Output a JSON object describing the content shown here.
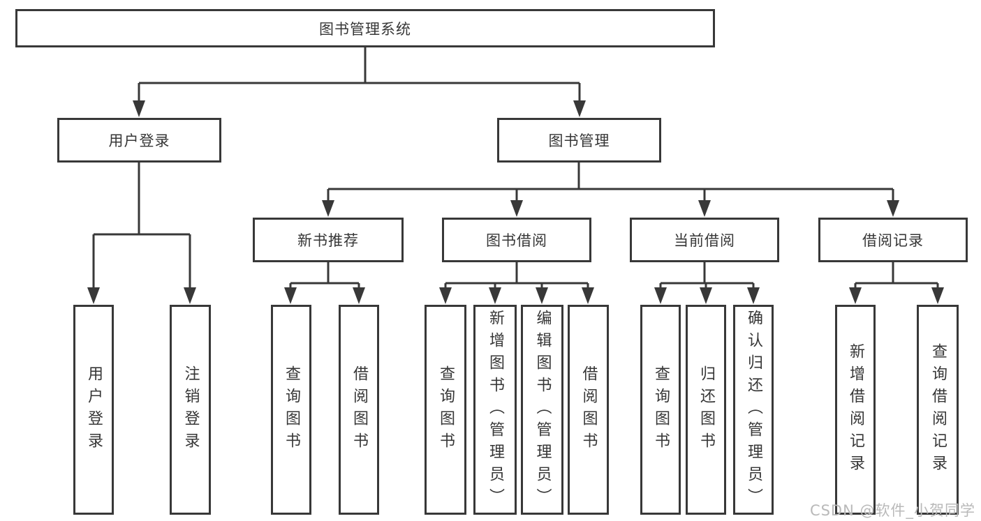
{
  "diagram_type": "hierarchy-tree",
  "colors": {
    "background": "#ffffff",
    "line": "#383838",
    "box_border": "#383838",
    "text": "#363636",
    "watermark": "#b9b9b9"
  },
  "nodes": {
    "root": {
      "label": "图书管理系统"
    },
    "userLogin": {
      "label": "用户登录"
    },
    "bookManagement": {
      "label": "图书管理"
    },
    "newBookRecommend": {
      "label": "新书推荐"
    },
    "bookBorrowing": {
      "label": "图书借阅"
    },
    "currentBorrowing": {
      "label": "当前借阅"
    },
    "borrowingRecords": {
      "label": "借阅记录"
    },
    "userLoginLeaf": {
      "label": "用户登录"
    },
    "logoutLeaf": {
      "label": "注销登录"
    },
    "recQueryBooks": {
      "label": "查询图书"
    },
    "recBorrowBooks": {
      "label": "借阅图书"
    },
    "bbQueryBooks": {
      "label": "查询图书"
    },
    "bbAddBooks": {
      "label": "新增图书（管理员）"
    },
    "bbEditBooks": {
      "label": "编辑图书（管理员）"
    },
    "bbBorrowBooks": {
      "label": "借阅图书"
    },
    "cbQueryBooks": {
      "label": "查询图书"
    },
    "cbReturnBooks": {
      "label": "归还图书"
    },
    "cbConfirmReturn": {
      "label": "确认归还（管理员）"
    },
    "brAddRecord": {
      "label": "新增借阅记录"
    },
    "brQueryRecord": {
      "label": "查询借阅记录"
    }
  },
  "edges": [
    [
      "root",
      "userLogin"
    ],
    [
      "root",
      "bookManagement"
    ],
    [
      "userLogin",
      "userLoginLeaf"
    ],
    [
      "userLogin",
      "logoutLeaf"
    ],
    [
      "bookManagement",
      "newBookRecommend"
    ],
    [
      "bookManagement",
      "bookBorrowing"
    ],
    [
      "bookManagement",
      "currentBorrowing"
    ],
    [
      "bookManagement",
      "borrowingRecords"
    ],
    [
      "newBookRecommend",
      "recQueryBooks"
    ],
    [
      "newBookRecommend",
      "recBorrowBooks"
    ],
    [
      "bookBorrowing",
      "bbQueryBooks"
    ],
    [
      "bookBorrowing",
      "bbAddBooks"
    ],
    [
      "bookBorrowing",
      "bbEditBooks"
    ],
    [
      "bookBorrowing",
      "bbBorrowBooks"
    ],
    [
      "currentBorrowing",
      "cbQueryBooks"
    ],
    [
      "currentBorrowing",
      "cbReturnBooks"
    ],
    [
      "currentBorrowing",
      "cbConfirmReturn"
    ],
    [
      "borrowingRecords",
      "brAddRecord"
    ],
    [
      "borrowingRecords",
      "brQueryRecord"
    ]
  ],
  "watermark": {
    "text": "CSDN @软件_小贺同学"
  }
}
